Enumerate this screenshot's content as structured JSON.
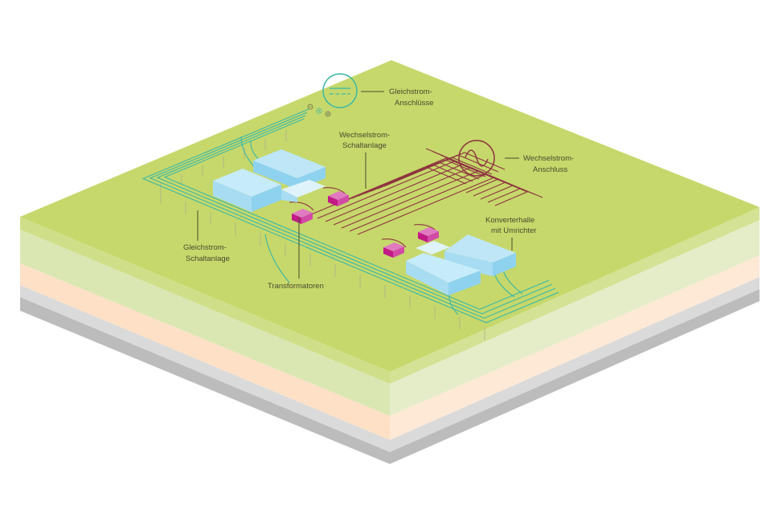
{
  "colors": {
    "top_face": "#c6d86b",
    "band_top": "#d0e08e",
    "light_green": "#e0ebbe",
    "peach": "#fde5cf",
    "light_grey": "#dadada",
    "grey": "#bcbcbc",
    "dc_line": "#3bb8a6",
    "ac_line": "#8e3540",
    "building_top": "#bfe6f6",
    "building_side": "#8fd2ef",
    "transformer": "#c21a86",
    "transformer_top": "#e07ac0"
  },
  "labels": {
    "dc_connections": [
      "Gleichstrom-",
      "Anschlüsse"
    ],
    "ac_switchgear": [
      "Wechselstrom-",
      "Schaltanlage"
    ],
    "ac_connection": [
      "Wechselstrom-",
      "Anschluss"
    ],
    "converter_hall": [
      "Konverterhalle",
      "mit Umrichter"
    ],
    "dc_switchgear": [
      "Gleichstrom-",
      "Schaltanlage"
    ],
    "transformers": "Transformatoren"
  },
  "icons": {
    "dc_symbol": "dc-current-icon",
    "ac_symbol": "sine-wave-icon",
    "minus": "minus-pole-icon",
    "plus": "plus-pole-icon"
  }
}
